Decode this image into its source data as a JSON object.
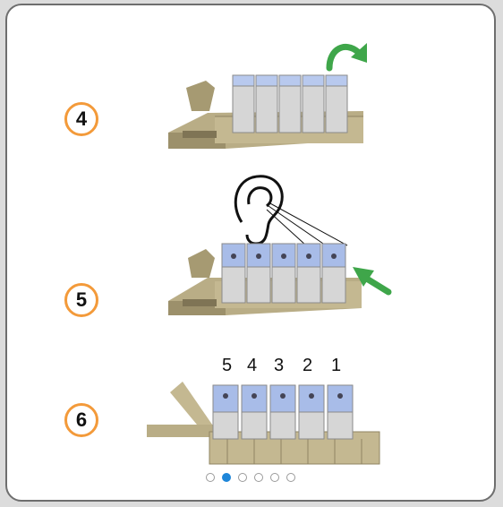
{
  "steps": [
    {
      "number": "4"
    },
    {
      "number": "5"
    },
    {
      "number": "6",
      "position_labels": [
        "5",
        "4",
        "3",
        "2",
        "1"
      ]
    }
  ],
  "carousel": {
    "page_count": 6,
    "active_index": 1
  },
  "colors": {
    "badge_border": "#f39a3a",
    "holder": "#b9ad86",
    "cartridge_top": "#b8c9ee",
    "arrow": "#3fa64a",
    "active_dot": "#1e86d9"
  }
}
